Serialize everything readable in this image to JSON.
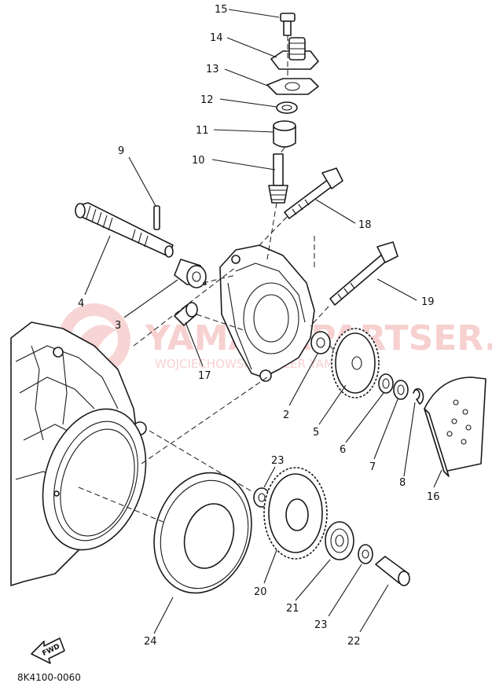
{
  "diagram": {
    "callouts": [
      "15",
      "14",
      "13",
      "12",
      "11",
      "10",
      "9",
      "18",
      "4",
      "19",
      "3",
      "17",
      "2",
      "5",
      "6",
      "7",
      "8",
      "16",
      "23",
      "20",
      "21",
      "23",
      "22",
      "24"
    ],
    "watermark": {
      "title": "YAMAHAPARTSER.PL",
      "subtitle": "WOJCIECHOWSKI DEALER YAMAHA"
    },
    "fwd_label": "FWD",
    "diagram_code": "8K4100-0060",
    "colors": {
      "line": "#1a1a1a",
      "watermark": "#e35a5a",
      "background": "#ffffff"
    }
  }
}
